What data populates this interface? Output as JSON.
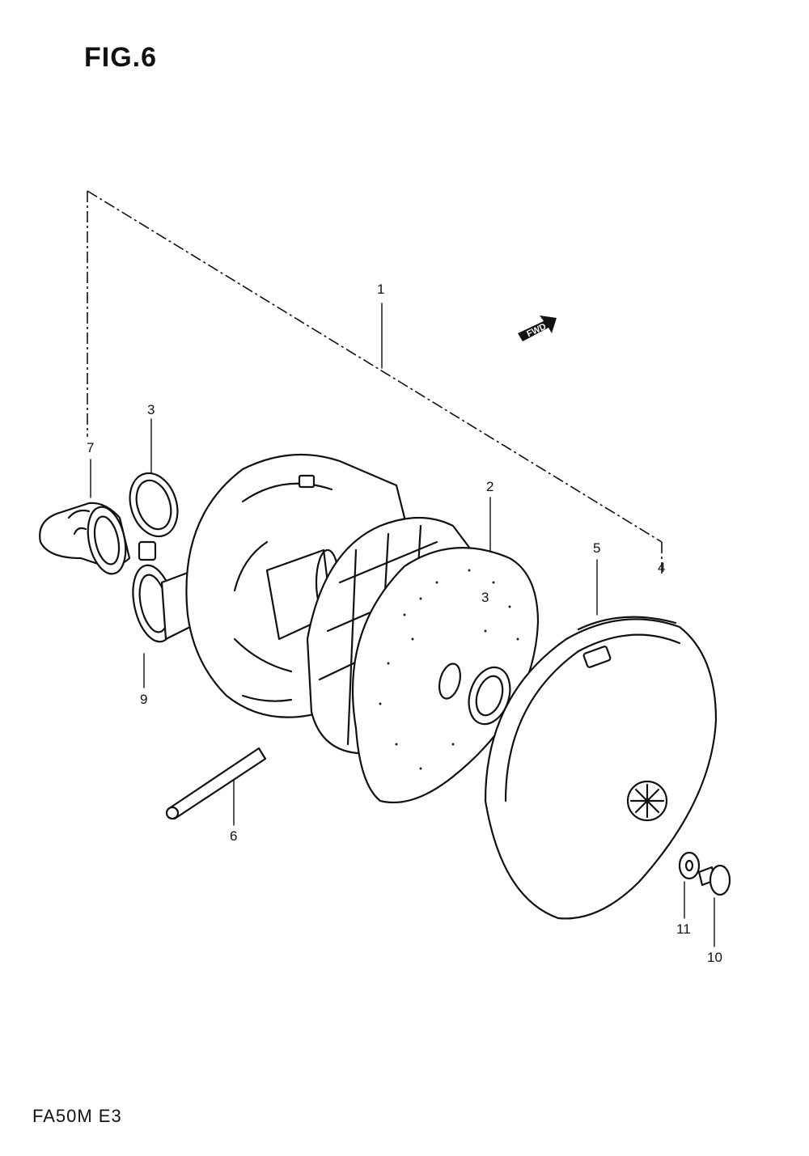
{
  "figure": {
    "title": "FIG.6",
    "model_code": "FA50M E3",
    "fwd_arrow_label": "FWD"
  },
  "callouts": [
    {
      "id": "c1",
      "label": "1"
    },
    {
      "id": "c2",
      "label": "2"
    },
    {
      "id": "c3a",
      "label": "3"
    },
    {
      "id": "c3b",
      "label": "3"
    },
    {
      "id": "c4",
      "label": "4"
    },
    {
      "id": "c5",
      "label": "5"
    },
    {
      "id": "c6",
      "label": "6"
    },
    {
      "id": "c7",
      "label": "7"
    },
    {
      "id": "c9",
      "label": "9"
    },
    {
      "id": "c10",
      "label": "10"
    },
    {
      "id": "c11",
      "label": "11"
    }
  ]
}
